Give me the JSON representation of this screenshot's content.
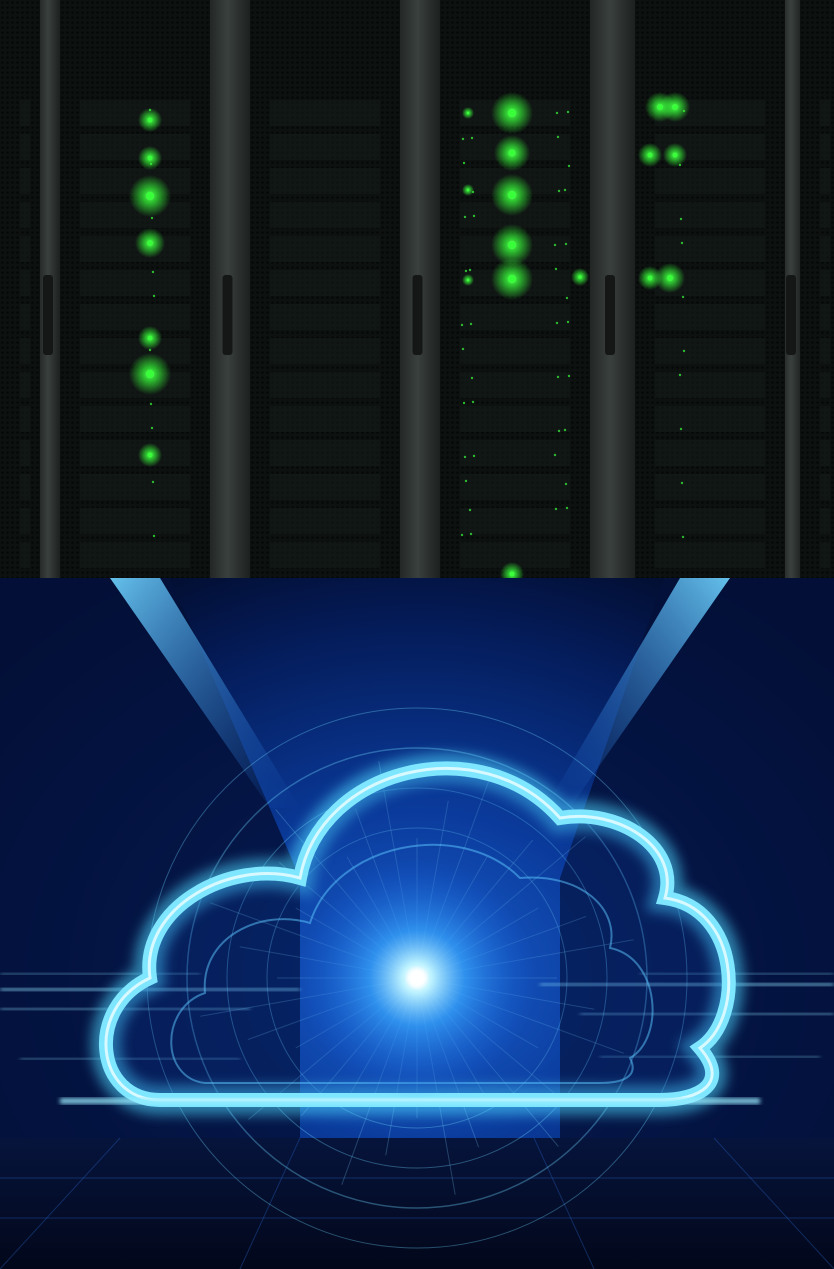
{
  "images": [
    {
      "name": "server-racks-photo",
      "subject": "server-racks",
      "led_color": "#39ff3a",
      "frame_color": "#2b302e"
    },
    {
      "name": "cloud-computing-illustration",
      "subject": "glowing-cloud",
      "glow_color": "#4fd8ff",
      "background_color": "#02081e"
    }
  ]
}
